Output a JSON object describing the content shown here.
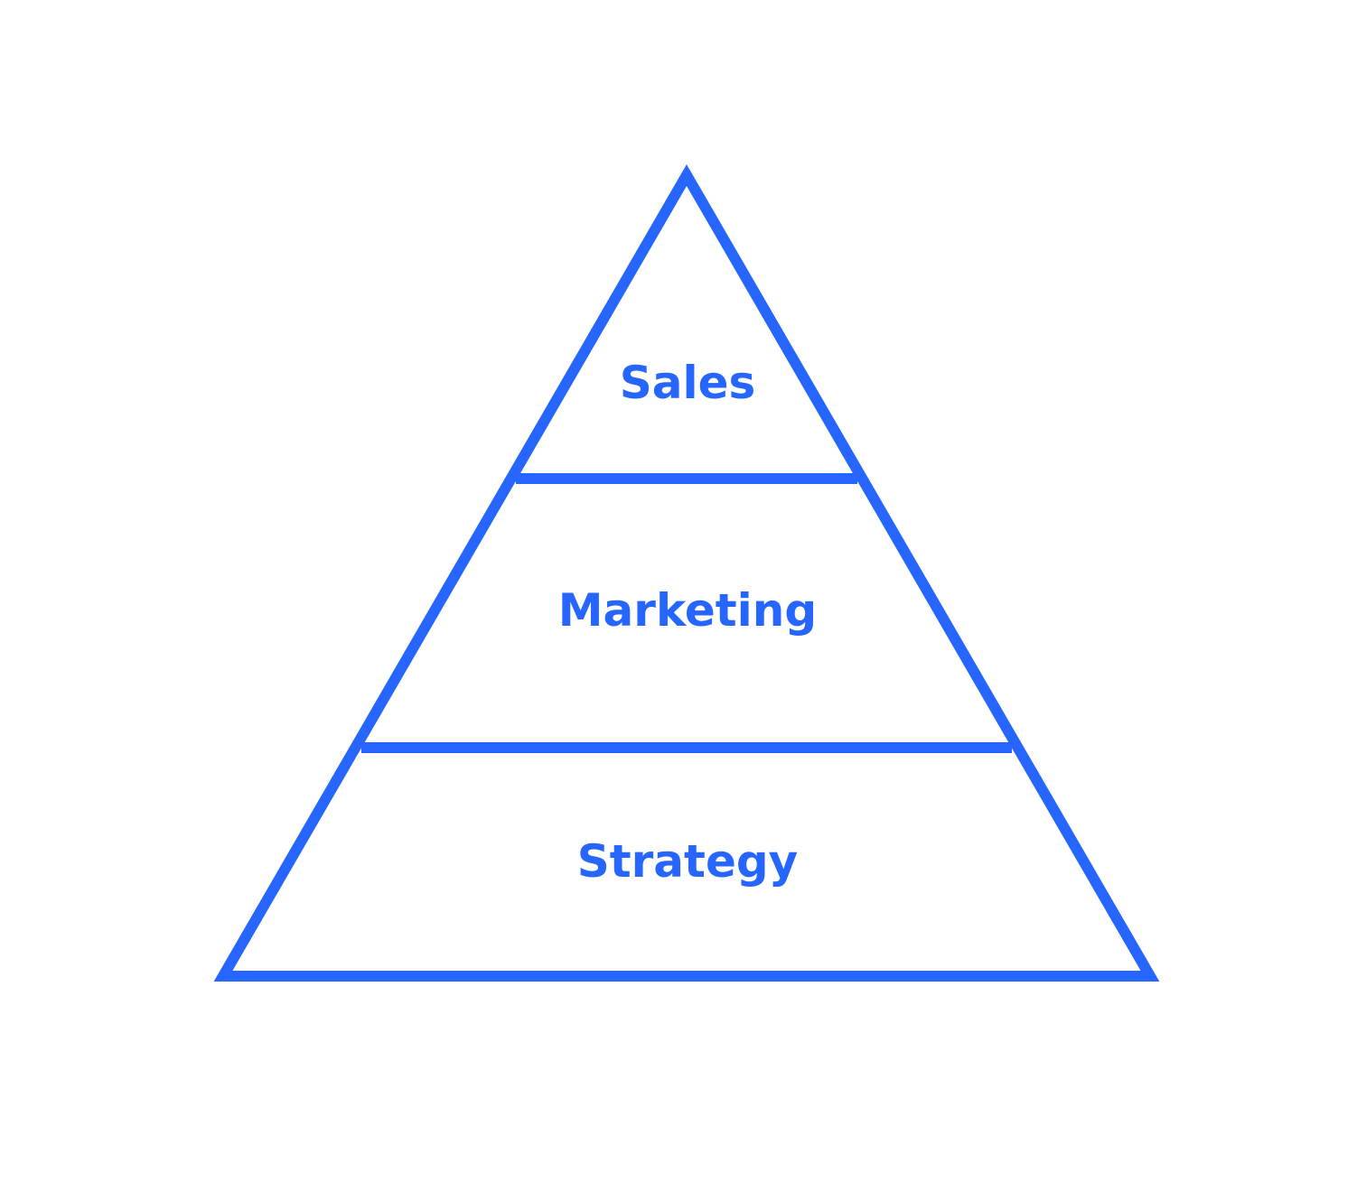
{
  "diagram": {
    "type": "pyramid",
    "accent_color": "#2666ff",
    "background_color": "#ffffff",
    "tiers": [
      {
        "label": "Sales"
      },
      {
        "label": "Marketing"
      },
      {
        "label": "Strategy"
      }
    ]
  }
}
